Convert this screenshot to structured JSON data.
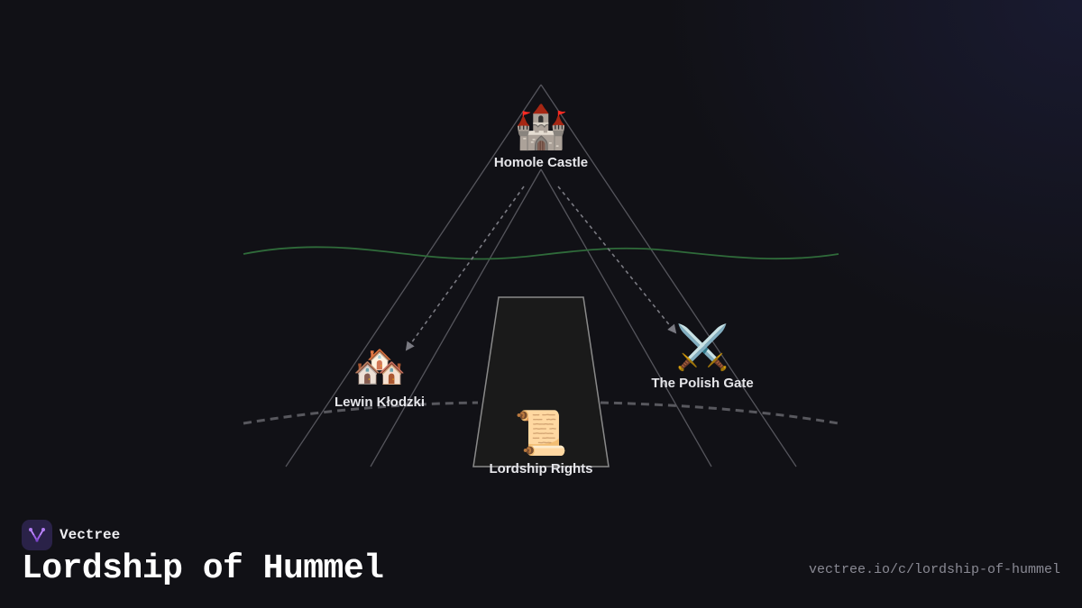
{
  "title": "Lordship of Hummel",
  "brand": {
    "name": "Vectree",
    "icon": "vectree-logo-icon"
  },
  "url": "vectree.io/c/lordship-of-hummel",
  "nodes": [
    {
      "id": "homole",
      "label": "Homole Castle",
      "icon": "🏰",
      "icon_name": "castle-icon"
    },
    {
      "id": "lewin",
      "label": "Lewin Kłodzki",
      "icon": "🏘️",
      "icon_name": "houses-icon"
    },
    {
      "id": "gate",
      "label": "The Polish Gate",
      "icon": "⚔️",
      "icon_name": "crossed-swords-icon"
    },
    {
      "id": "rights",
      "label": "Lordship Rights",
      "icon": "📜",
      "icon_name": "scroll-icon"
    }
  ],
  "edges": [
    {
      "from": "homole",
      "to": "lewin",
      "style": "dashed-arrow"
    },
    {
      "from": "homole",
      "to": "gate",
      "style": "dashed-arrow"
    }
  ],
  "colors": {
    "background": "#111116",
    "river": "#2f6b3a",
    "lines": "#5a5a62",
    "trapezoid_fill": "#1a1a1a",
    "trapezoid_stroke": "#8a8a8a",
    "brand_accent": "#9b5de5"
  }
}
